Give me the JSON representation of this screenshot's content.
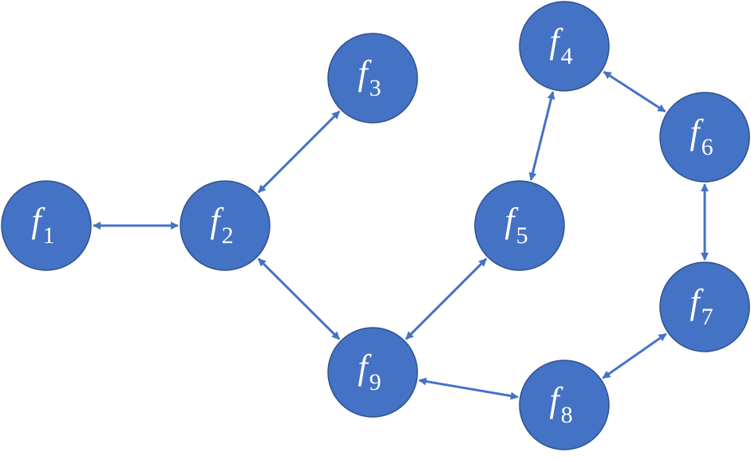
{
  "diagram": {
    "node_color": "#4472C4",
    "node_stroke": "#2F528F",
    "edge_color": "#4472C4",
    "nodes": [
      {
        "id": "f1",
        "base": "f",
        "sub": "1"
      },
      {
        "id": "f2",
        "base": "f",
        "sub": "2"
      },
      {
        "id": "f3",
        "base": "f",
        "sub": "3"
      },
      {
        "id": "f4",
        "base": "f",
        "sub": "4"
      },
      {
        "id": "f5",
        "base": "f",
        "sub": "5"
      },
      {
        "id": "f6",
        "base": "f",
        "sub": "6"
      },
      {
        "id": "f7",
        "base": "f",
        "sub": "7"
      },
      {
        "id": "f8",
        "base": "f",
        "sub": "8"
      },
      {
        "id": "f9",
        "base": "f",
        "sub": "9"
      }
    ],
    "edges": [
      {
        "from": "f1",
        "to": "f2",
        "bidirectional": true
      },
      {
        "from": "f2",
        "to": "f3",
        "bidirectional": true
      },
      {
        "from": "f2",
        "to": "f9",
        "bidirectional": true
      },
      {
        "from": "f9",
        "to": "f5",
        "bidirectional": true
      },
      {
        "from": "f5",
        "to": "f4",
        "bidirectional": true
      },
      {
        "from": "f4",
        "to": "f6",
        "bidirectional": true
      },
      {
        "from": "f6",
        "to": "f7",
        "bidirectional": true
      },
      {
        "from": "f7",
        "to": "f8",
        "bidirectional": true
      },
      {
        "from": "f8",
        "to": "f9",
        "bidirectional": true
      }
    ]
  }
}
